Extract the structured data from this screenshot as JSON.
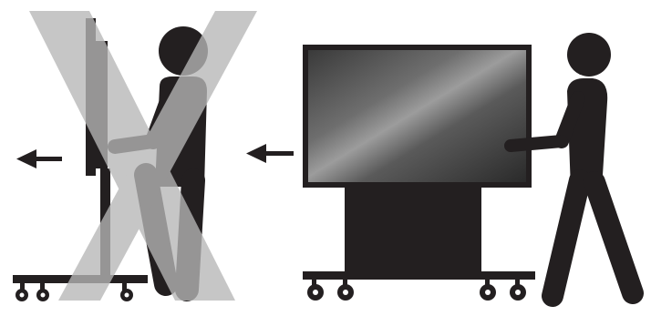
{
  "figure": {
    "incorrect_panel": {
      "status": "incorrect",
      "mark": "x-cross-icon",
      "direction": "left",
      "icons": {
        "arrow": "arrow-left-icon",
        "person": "person-icon",
        "display": "display-side-view-icon",
        "cart": "cart-icon"
      }
    },
    "correct_panel": {
      "status": "correct",
      "direction": "left",
      "icons": {
        "arrow": "arrow-left-icon",
        "person": "person-icon",
        "display": "display-front-view-icon",
        "cart": "cart-icon"
      }
    },
    "colors": {
      "silhouette": "#231f20",
      "cross_mark": "#b7b7b7",
      "screen_light": "#9a9a9a",
      "screen_dark": "#2f2f2f",
      "background": "#ffffff"
    }
  }
}
